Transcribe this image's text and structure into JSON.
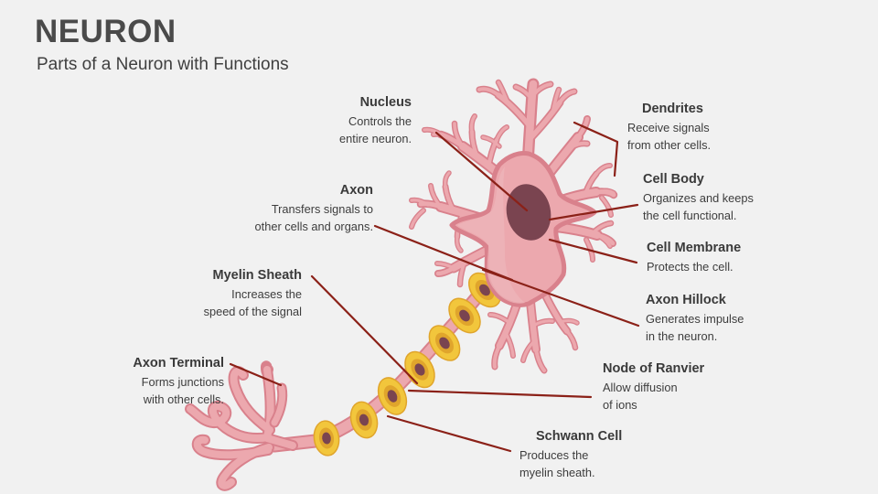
{
  "slide": {
    "title": "NEURON",
    "subtitle": "Parts of a Neuron with Functions",
    "background_color": "#f1f1f1",
    "title_color": "#4a4a4a",
    "text_color": "#3a3a3a",
    "leader_line_color": "#8b2118"
  },
  "diagram": {
    "name": "neuron-diagram",
    "colors": {
      "cell_fill": "#e8a3a9",
      "cell_fill_light": "#efb9bd",
      "cell_outline": "#d9818c",
      "nucleus": "#7a4450",
      "myelin": "#f2c63c",
      "myelin_inner": "#e0a52c",
      "schwann_nucleus": "#7a4450",
      "axon": "#e8a3a9"
    }
  },
  "callouts": [
    {
      "id": "nucleus",
      "title": "Nucleus",
      "description_lines": [
        "Controls the",
        "entire neuron."
      ],
      "align": "right"
    },
    {
      "id": "axon",
      "title": "Axon",
      "description_lines": [
        "Transfers signals to",
        "other cells and organs."
      ],
      "align": "right"
    },
    {
      "id": "myelin-sheath",
      "title": "Myelin Sheath",
      "description_lines": [
        "Increases the",
        "speed of the signal"
      ],
      "align": "right"
    },
    {
      "id": "axon-terminal",
      "title": "Axon Terminal",
      "description_lines": [
        "Forms junctions",
        "with other cells."
      ],
      "align": "right"
    },
    {
      "id": "dendrites",
      "title": "Dendrites",
      "description_lines": [
        "Receive signals",
        "from other cells."
      ],
      "align": "left"
    },
    {
      "id": "cell-body",
      "title": "Cell Body",
      "description_lines": [
        "Organizes and keeps",
        "the cell functional."
      ],
      "align": "left"
    },
    {
      "id": "cell-membrane",
      "title": "Cell Membrane",
      "description_lines": [
        "Protects the cell."
      ],
      "align": "left"
    },
    {
      "id": "axon-hillock",
      "title": "Axon Hillock",
      "description_lines": [
        "Generates impulse",
        "in the neuron."
      ],
      "align": "left"
    },
    {
      "id": "node-of-ranvier",
      "title": "Node of Ranvier",
      "description_lines": [
        "Allow diffusion",
        "of ions"
      ],
      "align": "left"
    },
    {
      "id": "schwann-cell",
      "title": "Schwann Cell",
      "description_lines": [
        "Produces the",
        "myelin sheath."
      ],
      "align": "left"
    }
  ]
}
